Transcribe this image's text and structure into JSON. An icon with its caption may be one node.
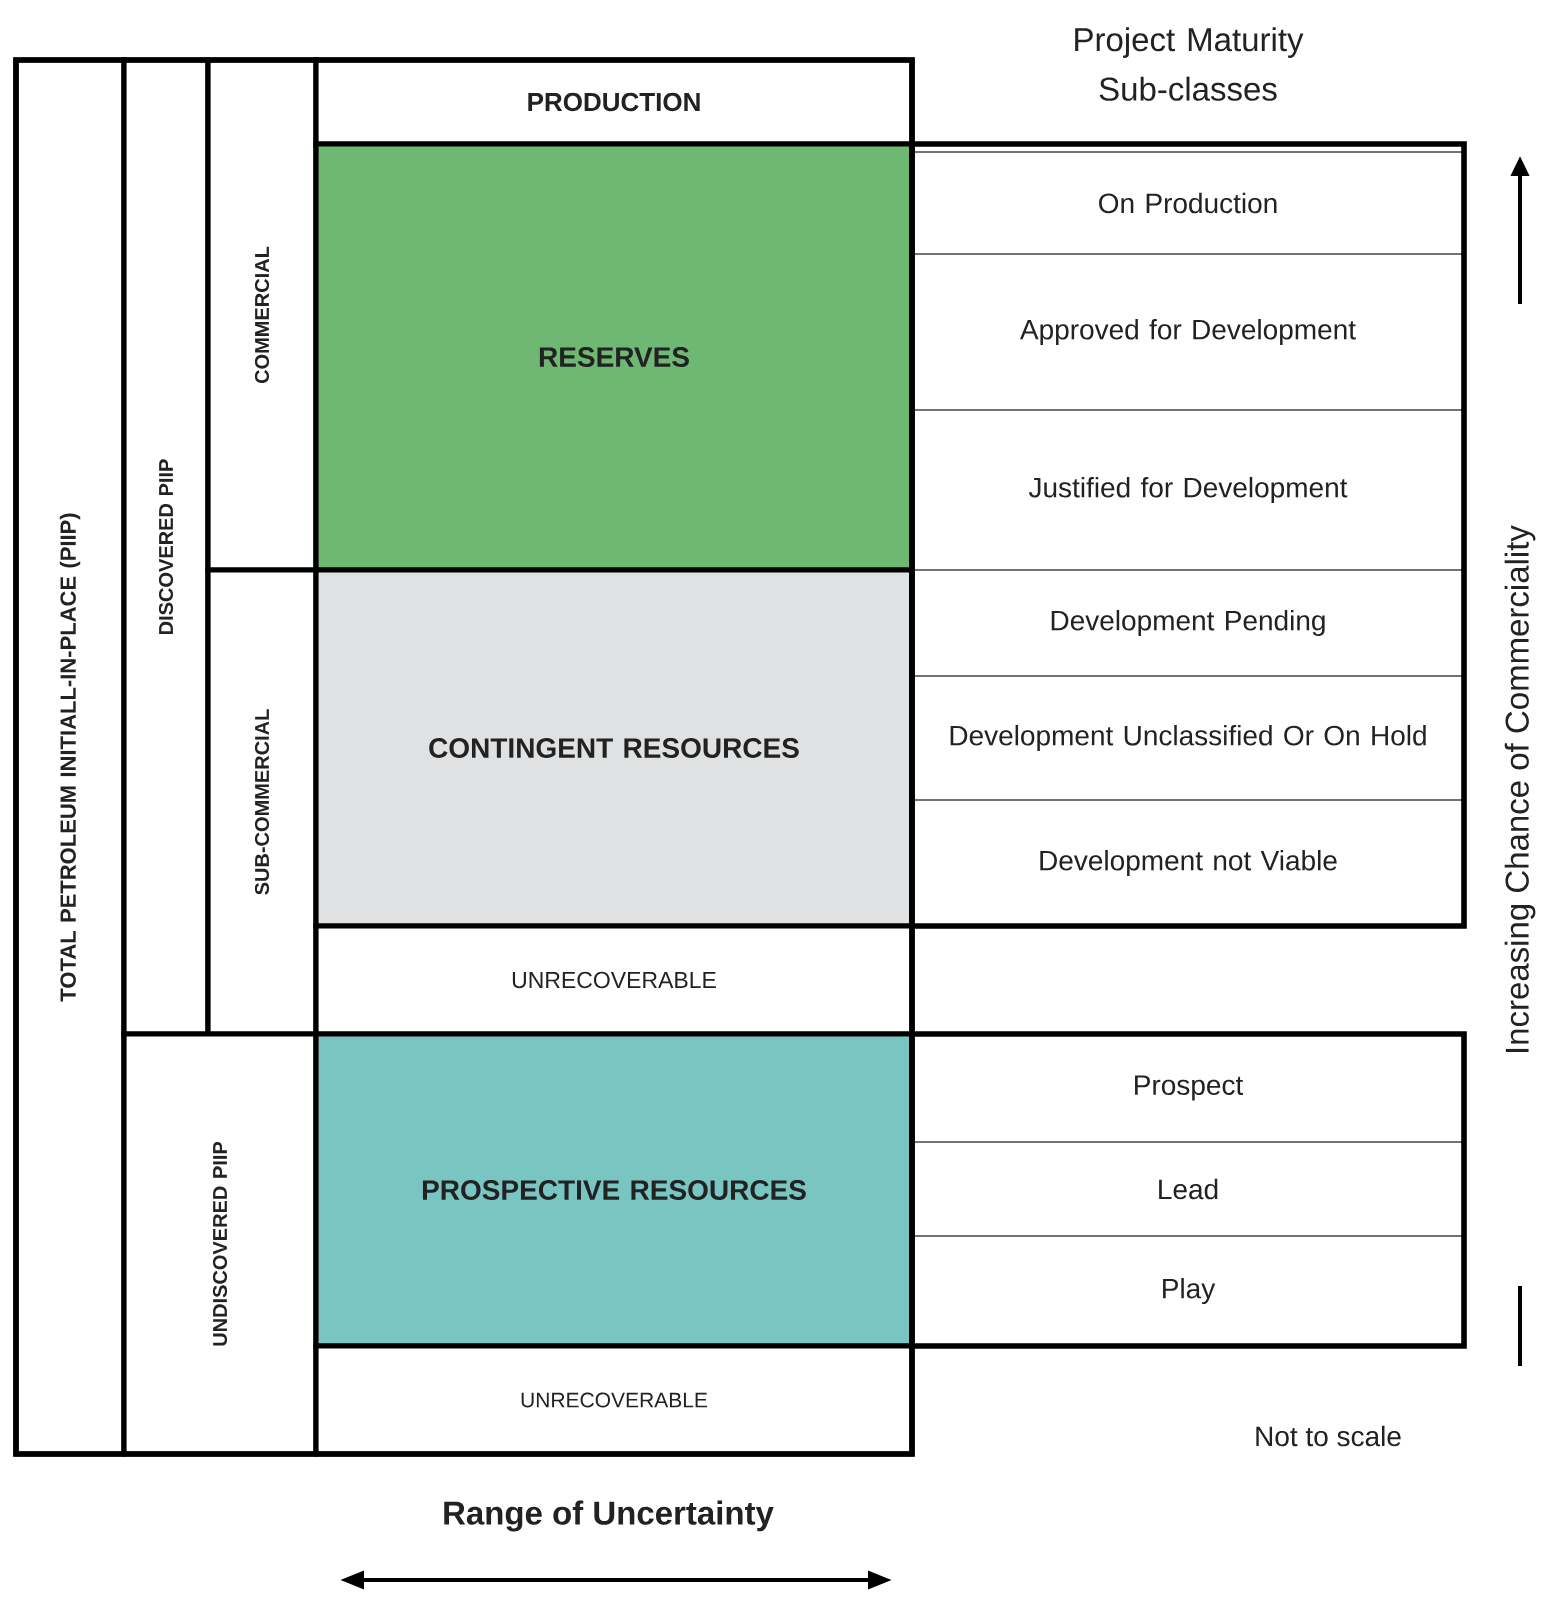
{
  "diagram": {
    "nodes": [
      {
        "text": [
          "TOTAL PETROLEUM INITIALL-IN-PLACE (PIIP)"
        ]
      },
      {
        "text": [
          "DISCOVERED PIIP"
        ]
      },
      {
        "text": [
          "COMMERCIAL"
        ]
      },
      {
        "text": [
          "PRODUCTION"
        ]
      },
      {
        "text": [
          "RESERVES"
        ]
      },
      {
        "text": [
          "SUB-COMMERCIAL"
        ]
      },
      {
        "text": [
          "CONTINGENT RESOURCES"
        ]
      },
      {
        "text": [
          "UNRECOVERABLE"
        ]
      },
      {
        "text": [
          "UNDISCOVERED PIIP"
        ]
      },
      {
        "text": [
          "PROSPECTIVE RESOURCES"
        ]
      },
      {
        "text": [
          "UNRECOVERABLE"
        ]
      },
      {
        "text": [
          "On Production"
        ]
      },
      {
        "text": [
          "Approved for Development"
        ]
      },
      {
        "text": [
          "Justified for Development"
        ]
      },
      {
        "text": [
          "Development Pending"
        ]
      },
      {
        "text": [
          "Development Unclassified Or On Hold"
        ]
      },
      {
        "text": [
          "Development not Viable"
        ]
      },
      {
        "text": [
          "Prospect"
        ]
      },
      {
        "text": [
          "Lead"
        ]
      },
      {
        "text": [
          "Play"
        ]
      }
    ],
    "labels": [
      "Project Maturity Sub-classes",
      "Increasing Chance of Commerciality",
      "Not to scale",
      "Range of Uncertainty"
    ]
  }
}
